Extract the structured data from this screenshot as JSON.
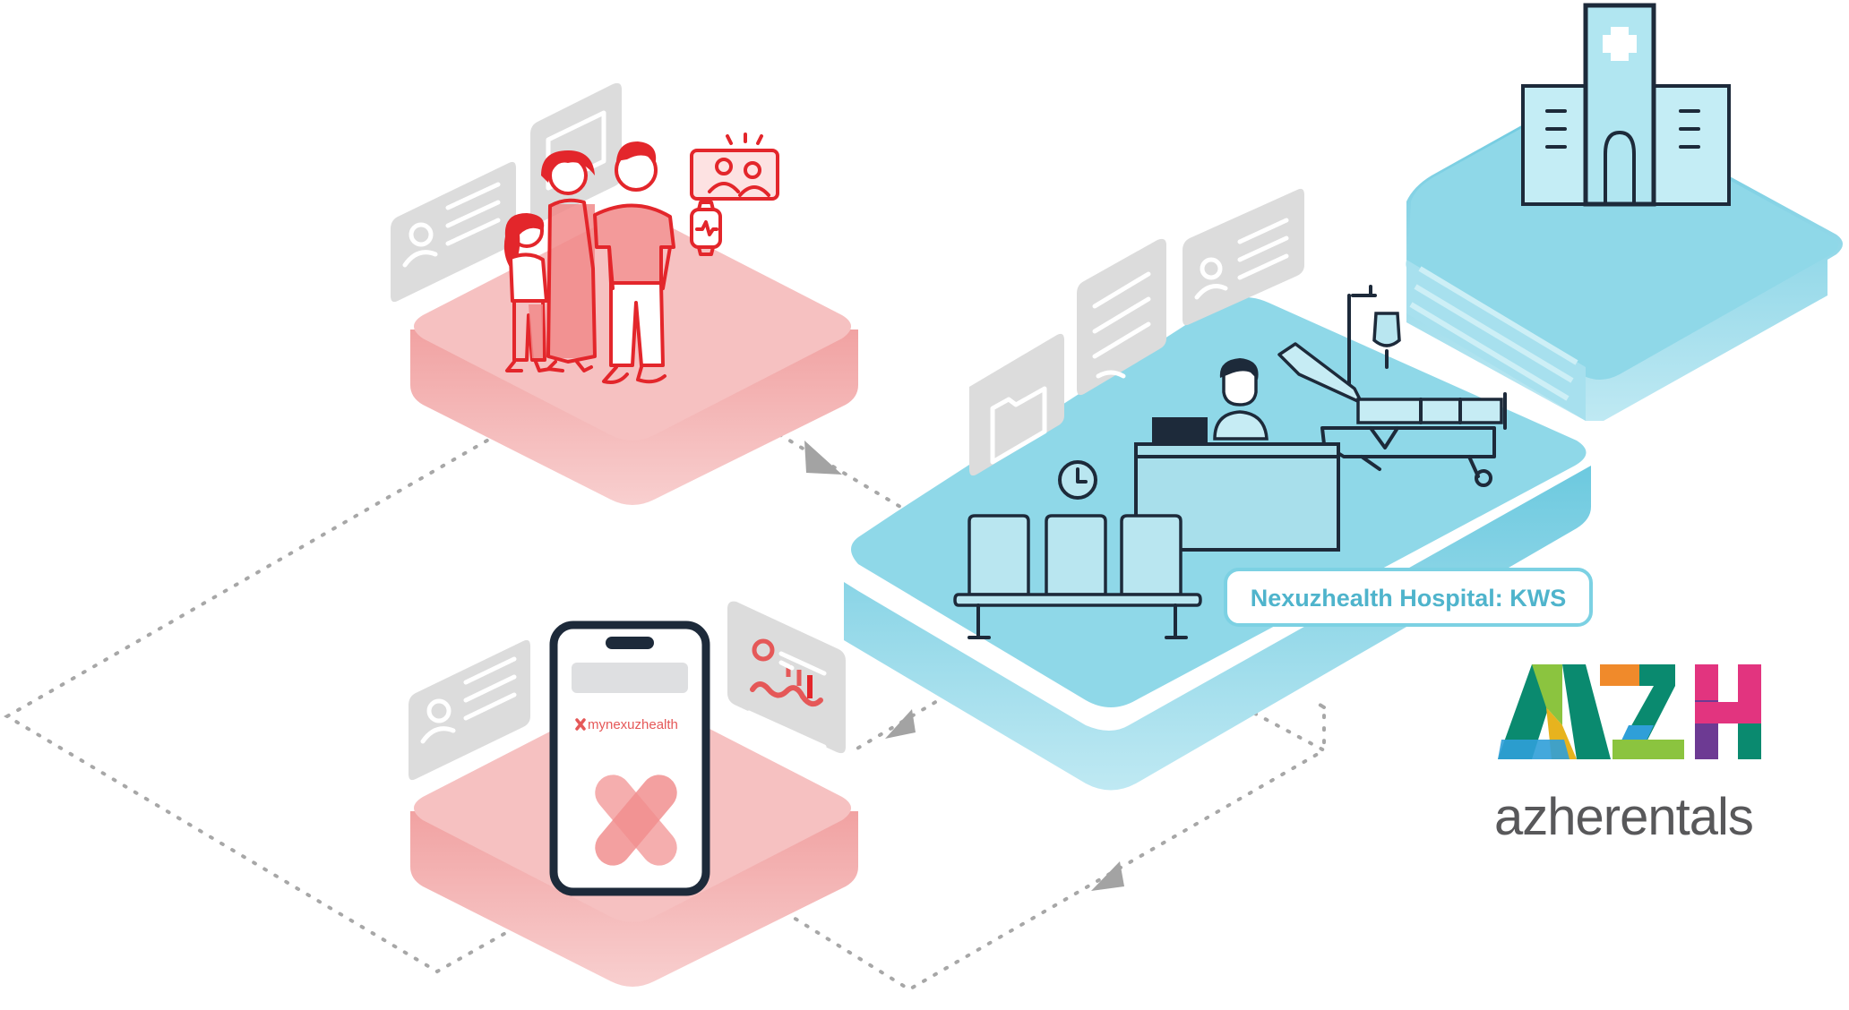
{
  "hospital_label": "Nexuzhealth Hospital: KWS",
  "app_name": "mynexuzhealth",
  "logo": {
    "letters": "AZH",
    "wordmark": "azherentals",
    "colors": [
      "#0a8a6f",
      "#f08a2b",
      "#6d3a93",
      "#e2347f",
      "#e7b31e",
      "#2f9fd8",
      "#8bc43f"
    ]
  },
  "colors": {
    "patient_platform": "#f6c1c1",
    "hospital_platform": "#8fd8e8",
    "accent_red": "#e3262b",
    "label_blue": "#4fb4cc",
    "ink_navy": "#1d2a3a",
    "card_grey": "#dcdcdc",
    "flow_grey": "#a7a7a7"
  },
  "icons": [
    "id-card-icon",
    "chart-card-icon",
    "video-call-icon",
    "smartwatch-icon",
    "family-icon",
    "folder-icon",
    "document-icon",
    "clock-icon",
    "hospital-building-icon",
    "doctor-icon",
    "hospital-bed-icon",
    "iv-drip-icon",
    "waiting-chairs-icon",
    "smartphone-icon",
    "dashboard-card-icon"
  ]
}
